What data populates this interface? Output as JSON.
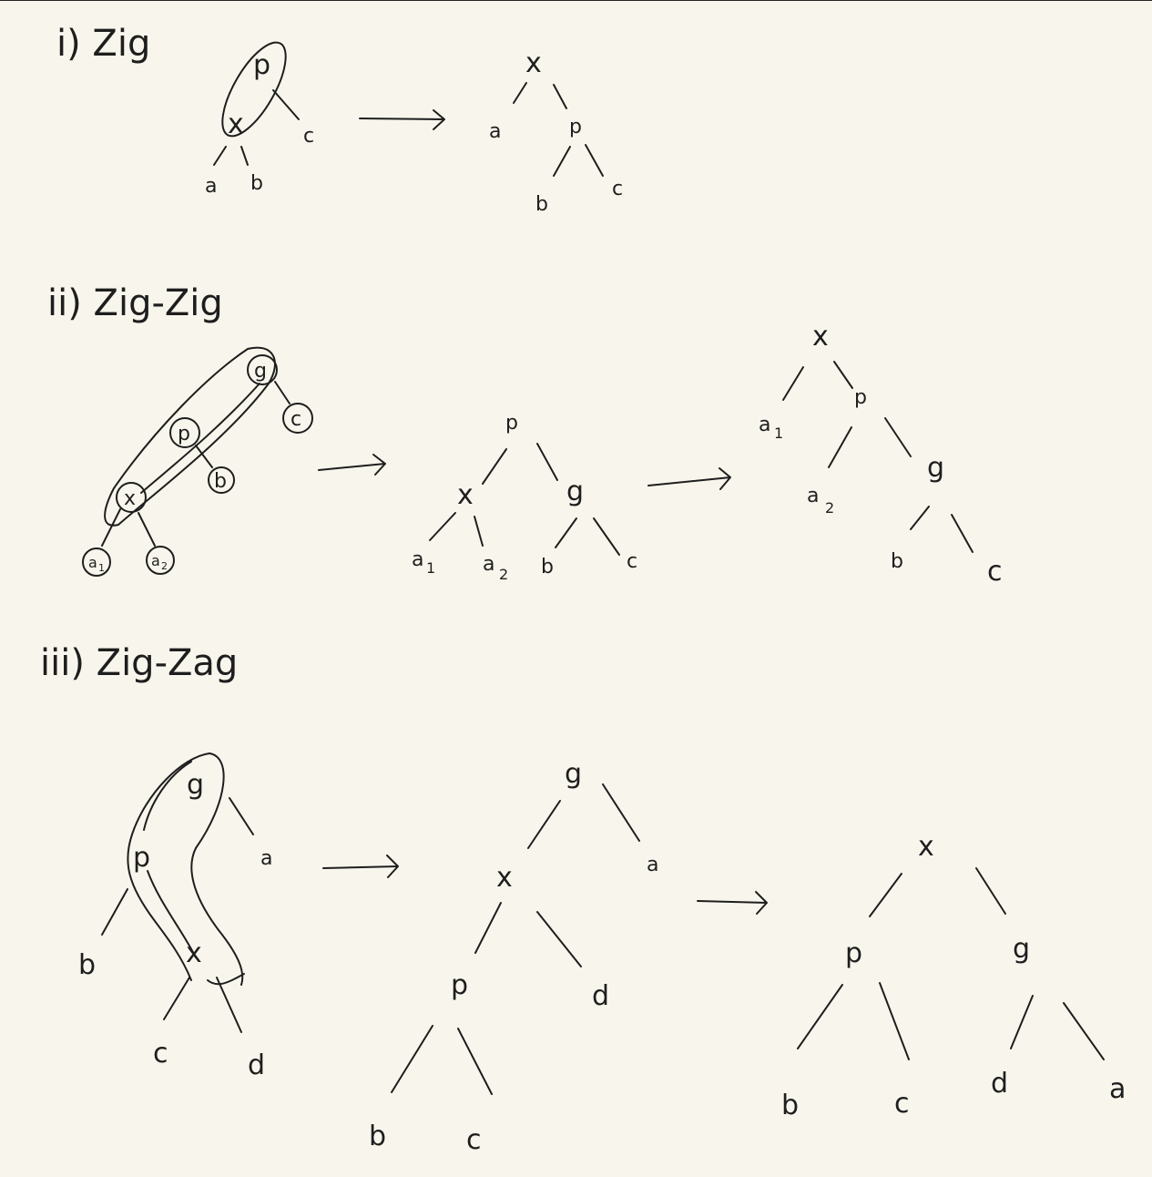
{
  "sections": [
    {
      "title": "i) Zig",
      "before": {
        "nodes": [
          "p",
          "x",
          "a",
          "b",
          "c"
        ]
      },
      "after": {
        "nodes": [
          "x",
          "a",
          "p",
          "b",
          "c"
        ]
      }
    },
    {
      "title": "ii) Zig-Zig",
      "before": {
        "nodes": [
          "g",
          "p",
          "x",
          "c",
          "b",
          "a1",
          "a2"
        ]
      },
      "middle": {
        "nodes": [
          "p",
          "x",
          "g",
          "a1",
          "a2",
          "b",
          "c"
        ]
      },
      "after": {
        "nodes": [
          "x",
          "a1",
          "p",
          "a2",
          "g",
          "b",
          "c"
        ]
      }
    },
    {
      "title": "iii) Zig-Zag",
      "before": {
        "nodes": [
          "g",
          "p",
          "a",
          "b",
          "x",
          "c",
          "d"
        ]
      },
      "middle": {
        "nodes": [
          "g",
          "x",
          "a",
          "p",
          "d",
          "b",
          "c"
        ]
      },
      "after": {
        "nodes": [
          "x",
          "p",
          "g",
          "b",
          "c",
          "d",
          "a"
        ]
      }
    }
  ],
  "labels": {
    "x": "x",
    "p": "p",
    "g": "g",
    "a": "a",
    "b": "b",
    "c": "c",
    "d": "d",
    "a1": "a",
    "a2": "a",
    "sub1": "1",
    "sub2": "2"
  },
  "colors": {
    "background": "#f8f6ec",
    "ink": "#1e1e1e"
  }
}
